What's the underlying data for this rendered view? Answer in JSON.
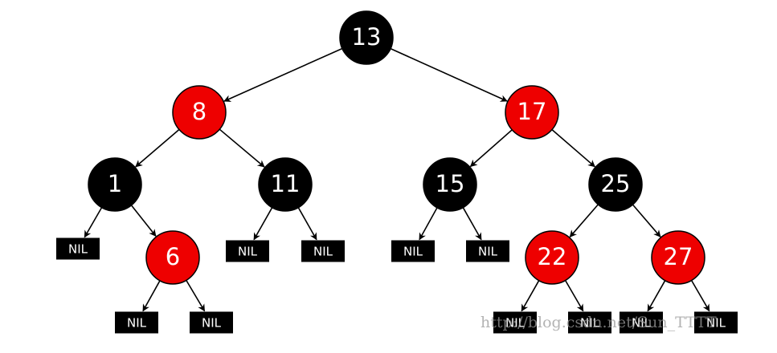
{
  "colors": {
    "red": "#ee0000",
    "black": "#000000",
    "text": "#ffffff",
    "edge": "#000000"
  },
  "tree": {
    "nodes": [
      {
        "id": "n13",
        "label": "13",
        "color": "black"
      },
      {
        "id": "n8",
        "label": "8",
        "color": "red"
      },
      {
        "id": "n17",
        "label": "17",
        "color": "red"
      },
      {
        "id": "n1",
        "label": "1",
        "color": "black"
      },
      {
        "id": "n11",
        "label": "11",
        "color": "black"
      },
      {
        "id": "n15",
        "label": "15",
        "color": "black"
      },
      {
        "id": "n25",
        "label": "25",
        "color": "black"
      },
      {
        "id": "n6",
        "label": "6",
        "color": "red"
      },
      {
        "id": "n22",
        "label": "22",
        "color": "red"
      },
      {
        "id": "n27",
        "label": "27",
        "color": "red"
      }
    ],
    "nil_label": "NIL",
    "edges": [
      [
        "n13",
        "n8"
      ],
      [
        "n13",
        "n17"
      ],
      [
        "n8",
        "n1"
      ],
      [
        "n8",
        "n11"
      ],
      [
        "n17",
        "n15"
      ],
      [
        "n17",
        "n25"
      ],
      [
        "n1",
        "nil1"
      ],
      [
        "n1",
        "n6"
      ],
      [
        "n11",
        "nil2"
      ],
      [
        "n11",
        "nil3"
      ],
      [
        "n15",
        "nil4"
      ],
      [
        "n15",
        "nil5"
      ],
      [
        "n25",
        "n22"
      ],
      [
        "n25",
        "n27"
      ],
      [
        "n6",
        "nil6"
      ],
      [
        "n6",
        "nil7"
      ],
      [
        "n22",
        "nil8"
      ],
      [
        "n22",
        "nil9"
      ],
      [
        "n27",
        "nil10"
      ],
      [
        "n27",
        "nil11"
      ]
    ]
  },
  "watermark": "http://blog.csdn.net/Sun_TTTT"
}
